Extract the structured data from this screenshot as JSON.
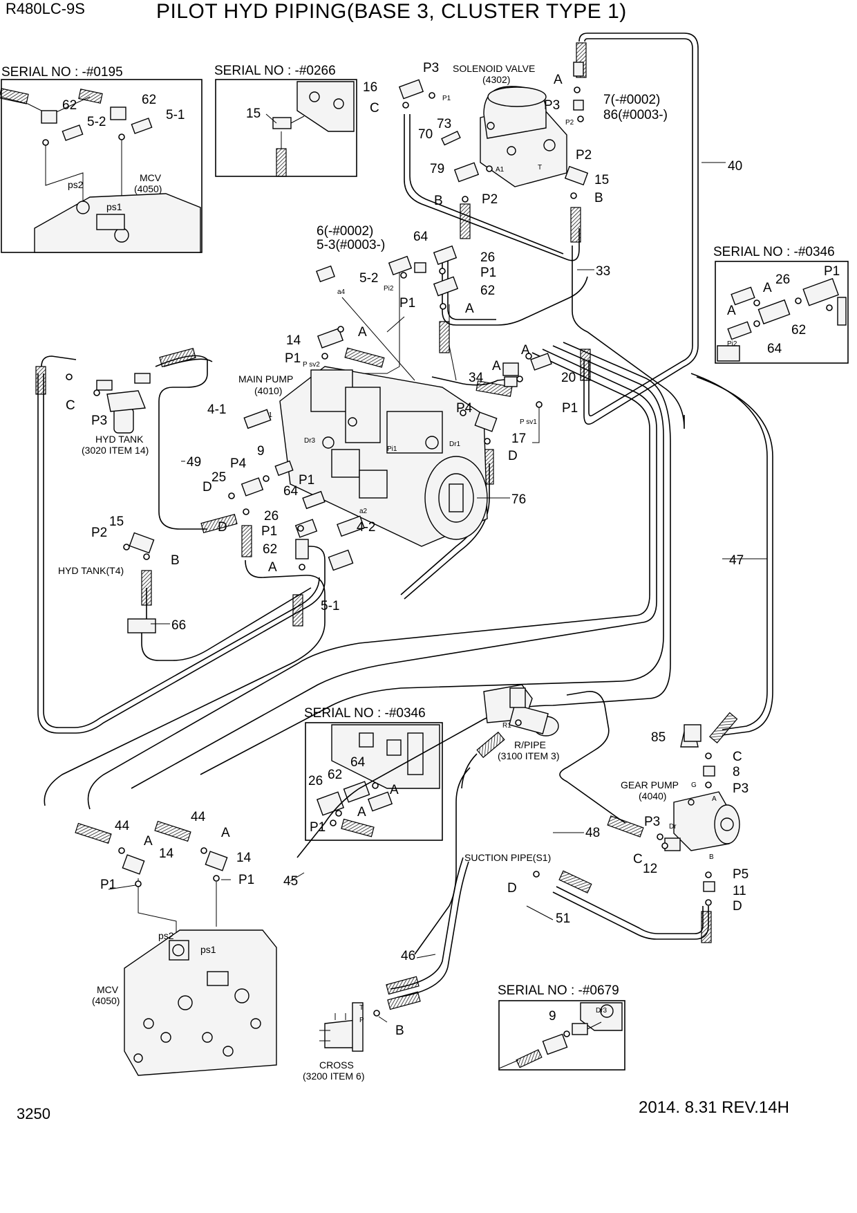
{
  "header": {
    "model": "R480LC-9S",
    "title": "PILOT HYD PIPING(BASE 3, CLUSTER TYPE 1)"
  },
  "footer": {
    "page_number": "3250",
    "revision": "2014. 8.31  REV.14H"
  },
  "serial_boxes": {
    "s0195": "SERIAL NO : -#0195",
    "s0266": "SERIAL NO : -#0266",
    "s0346_right": "SERIAL NO : -#0346",
    "s0346_center": "SERIAL NO : -#0346",
    "s0679": "SERIAL NO : -#0679"
  },
  "components": {
    "solenoid_valve": "SOLENOID VALVE",
    "solenoid_valve_ref": "(4302)",
    "main_pump": "MAIN PUMP",
    "main_pump_ref": "(4010)",
    "hyd_tank": "HYD TANK",
    "hyd_tank_ref": "(3020 ITEM 14)",
    "hyd_tank_t4": "HYD TANK(T4)",
    "mcv": "MCV",
    "mcv_ref": "(4050)",
    "r_pipe": "R/PIPE",
    "r_pipe_ref": "(3100 ITEM 3)",
    "gear_pump": "GEAR PUMP",
    "gear_pump_ref": "(4040)",
    "suction_pipe": "SUCTION PIPE(S1)",
    "cross": "CROSS",
    "cross_ref": "(3200 ITEM 6)"
  },
  "part_callouts": {
    "p7": "7(-#0002)",
    "p86": "86(#0003-)",
    "p6": "6(-#0002)",
    "p53": "5-3(#0003-)"
  },
  "port_labels": {
    "ps1": "ps1",
    "ps2": "ps2",
    "pi1": "Pi1",
    "pi2": "Pi2",
    "psv1": "P sv1",
    "psv2": "P sv2",
    "dr1": "Dr1",
    "dr3": "Dr3",
    "a1": "a1",
    "a2": "a2",
    "a4": "a4",
    "port_A1": "A1",
    "port_P1": "P1",
    "port_P2": "P2",
    "port_T": "T",
    "port_P": "P",
    "port_R1": "R1",
    "port_G": "G",
    "port_A": "A",
    "port_B": "B",
    "port_Dr": "Dr"
  }
}
